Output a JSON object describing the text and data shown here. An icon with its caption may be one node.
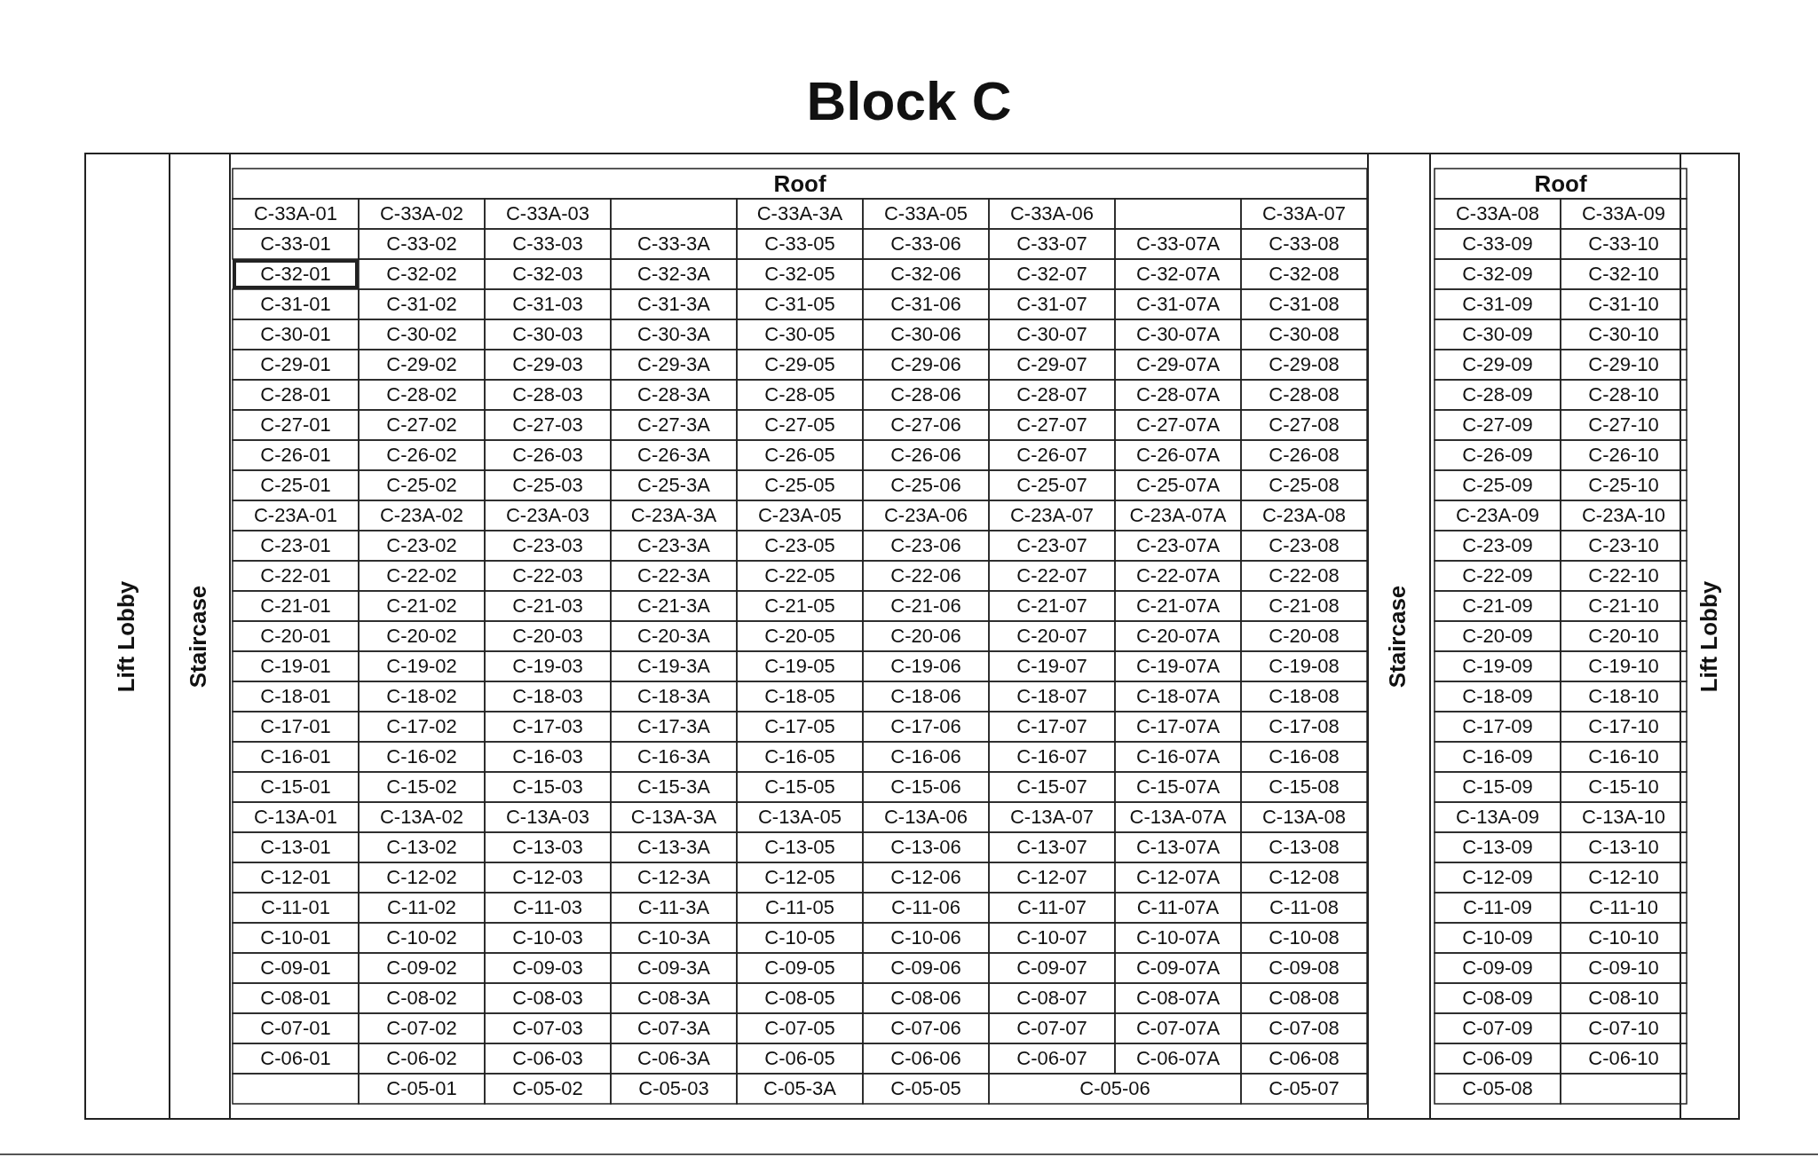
{
  "diagram": {
    "title": "Block C",
    "labels": [
      "Lift Lobby",
      "Staircase",
      "Roof",
      "C-33A-01",
      "C-33A-02",
      "C-33A-03",
      "C-33A-3A",
      "C-33A-05",
      "C-33A-06",
      "C-33A-07",
      "C-33-01",
      "C-33-02",
      "C-33-03",
      "C-33-3A",
      "C-33-05",
      "C-33-06",
      "C-33-07",
      "C-33-07A",
      "C-33-08",
      "C-32-01",
      "C-32-02",
      "C-32-03",
      "C-32-3A",
      "C-32-05",
      "C-32-06",
      "C-32-07",
      "C-32-07A",
      "C-32-08",
      "C-31-01",
      "C-31-02",
      "C-31-03",
      "C-31-3A",
      "C-31-05",
      "C-31-06",
      "C-31-07",
      "C-31-07A",
      "C-31-08",
      "C-30-01",
      "C-30-02",
      "C-30-03",
      "C-30-3A",
      "C-30-05",
      "C-30-06",
      "C-30-07",
      "C-30-07A",
      "C-30-08",
      "C-29-01",
      "C-29-02",
      "C-29-03",
      "C-29-3A",
      "C-29-05",
      "C-29-06",
      "C-29-07",
      "C-29-07A",
      "C-29-08",
      "C-28-01",
      "C-28-02",
      "C-28-03",
      "C-28-3A",
      "C-28-05",
      "C-28-06",
      "C-28-07",
      "C-28-07A",
      "C-28-08",
      "C-27-01",
      "C-27-02",
      "C-27-03",
      "C-27-3A",
      "C-27-05",
      "C-27-06",
      "C-27-07",
      "C-27-07A",
      "C-27-08",
      "C-26-01",
      "C-26-02",
      "C-26-03",
      "C-26-3A",
      "C-26-05",
      "C-26-06",
      "C-26-07",
      "C-26-07A",
      "C-26-08",
      "C-25-01",
      "C-25-02",
      "C-25-03",
      "C-25-3A",
      "C-25-05",
      "C-25-06",
      "C-25-07",
      "C-25-07A",
      "C-25-08",
      "C-23A-01",
      "C-23A-02",
      "C-23A-03",
      "C-23A-3A",
      "C-23A-05",
      "C-23A-06",
      "C-23A-07",
      "C-23A-07A",
      "C-23A-08",
      "C-23-01",
      "C-23-02",
      "C-23-03",
      "C-23-3A",
      "C-23-05",
      "C-23-06",
      "C-23-07",
      "C-23-07A",
      "C-23-08",
      "C-22-01",
      "C-22-02",
      "C-22-03",
      "C-22-3A",
      "C-22-05",
      "C-22-06",
      "C-22-07",
      "C-22-07A",
      "C-22-08",
      "C-21-01",
      "C-21-02",
      "C-21-03",
      "C-21-3A",
      "C-21-05",
      "C-21-06",
      "C-21-07",
      "C-21-07A",
      "C-21-08",
      "C-20-01",
      "C-20-02",
      "C-20-03",
      "C-20-3A",
      "C-20-05",
      "C-20-06",
      "C-20-07",
      "C-20-07A",
      "C-20-08",
      "C-19-01",
      "C-19-02",
      "C-19-03",
      "C-19-3A",
      "C-19-05",
      "C-19-06",
      "C-19-07",
      "C-19-07A",
      "C-19-08",
      "C-18-01",
      "C-18-02",
      "C-18-03",
      "C-18-3A",
      "C-18-05",
      "C-18-06",
      "C-18-07",
      "C-18-07A",
      "C-18-08",
      "C-17-01",
      "C-17-02",
      "C-17-03",
      "C-17-3A",
      "C-17-05",
      "C-17-06",
      "C-17-07",
      "C-17-07A",
      "C-17-08",
      "C-16-01",
      "C-16-02",
      "C-16-03",
      "C-16-3A",
      "C-16-05",
      "C-16-06",
      "C-16-07",
      "C-16-07A",
      "C-16-08",
      "C-15-01",
      "C-15-02",
      "C-15-03",
      "C-15-3A",
      "C-15-05",
      "C-15-06",
      "C-15-07",
      "C-15-07A",
      "C-15-08",
      "C-13A-01",
      "C-13A-02",
      "C-13A-03",
      "C-13A-3A",
      "C-13A-05",
      "C-13A-06",
      "C-13A-07",
      "C-13A-07A",
      "C-13A-08",
      "C-13-01",
      "C-13-02",
      "C-13-03",
      "C-13-3A",
      "C-13-05",
      "C-13-06",
      "C-13-07",
      "C-13-07A",
      "C-13-08",
      "C-12-01",
      "C-12-02",
      "C-12-03",
      "C-12-3A",
      "C-12-05",
      "C-12-06",
      "C-12-07",
      "C-12-07A",
      "C-12-08",
      "C-11-01",
      "C-11-02",
      "C-11-03",
      "C-11-3A",
      "C-11-05",
      "C-11-06",
      "C-11-07",
      "C-11-07A",
      "C-11-08",
      "C-10-01",
      "C-10-02",
      "C-10-03",
      "C-10-3A",
      "C-10-05",
      "C-10-06",
      "C-10-07",
      "C-10-07A",
      "C-10-08",
      "C-09-01",
      "C-09-02",
      "C-09-03",
      "C-09-3A",
      "C-09-05",
      "C-09-06",
      "C-09-07",
      "C-09-07A",
      "C-09-08",
      "C-08-01",
      "C-08-02",
      "C-08-03",
      "C-08-3A",
      "C-08-05",
      "C-08-06",
      "C-08-07",
      "C-08-07A",
      "C-08-08",
      "C-07-01",
      "C-07-02",
      "C-07-03",
      "C-07-3A",
      "C-07-05",
      "C-07-06",
      "C-07-07",
      "C-07-07A",
      "C-07-08",
      "C-06-01",
      "C-06-02",
      "C-06-03",
      "C-06-3A",
      "C-06-05",
      "C-06-06",
      "C-06-07",
      "C-06-07A",
      "C-06-08",
      "C-05-01",
      "C-05-02",
      "C-05-03",
      "C-05-3A",
      "C-05-05",
      "C-05-06",
      "C-05-07",
      "Staircase",
      "Roof",
      "C-33A-08",
      "C-33A-09",
      "C-33-09",
      "C-33-10",
      "C-32-09",
      "C-32-10",
      "C-31-09",
      "C-31-10",
      "C-30-09",
      "C-30-10",
      "C-29-09",
      "C-29-10",
      "C-28-09",
      "C-28-10",
      "C-27-09",
      "C-27-10",
      "C-26-09",
      "C-26-10",
      "C-25-09",
      "C-25-10",
      "C-23A-09",
      "C-23A-10",
      "C-23-09",
      "C-23-10",
      "C-22-09",
      "C-22-10",
      "C-21-09",
      "C-21-10",
      "C-20-09",
      "C-20-10",
      "C-19-09",
      "C-19-10",
      "C-18-09",
      "C-18-10",
      "C-17-09",
      "C-17-10",
      "C-16-09",
      "C-16-10",
      "C-15-09",
      "C-15-10",
      "C-13A-09",
      "C-13A-10",
      "C-13-09",
      "C-13-10",
      "C-12-09",
      "C-12-10",
      "C-11-09",
      "C-11-10",
      "C-10-09",
      "C-10-10",
      "C-09-09",
      "C-09-10",
      "C-08-09",
      "C-08-10",
      "C-07-09",
      "C-07-10",
      "C-06-09",
      "C-06-10",
      "C-05-08",
      "Lift Lobby"
    ]
  }
}
